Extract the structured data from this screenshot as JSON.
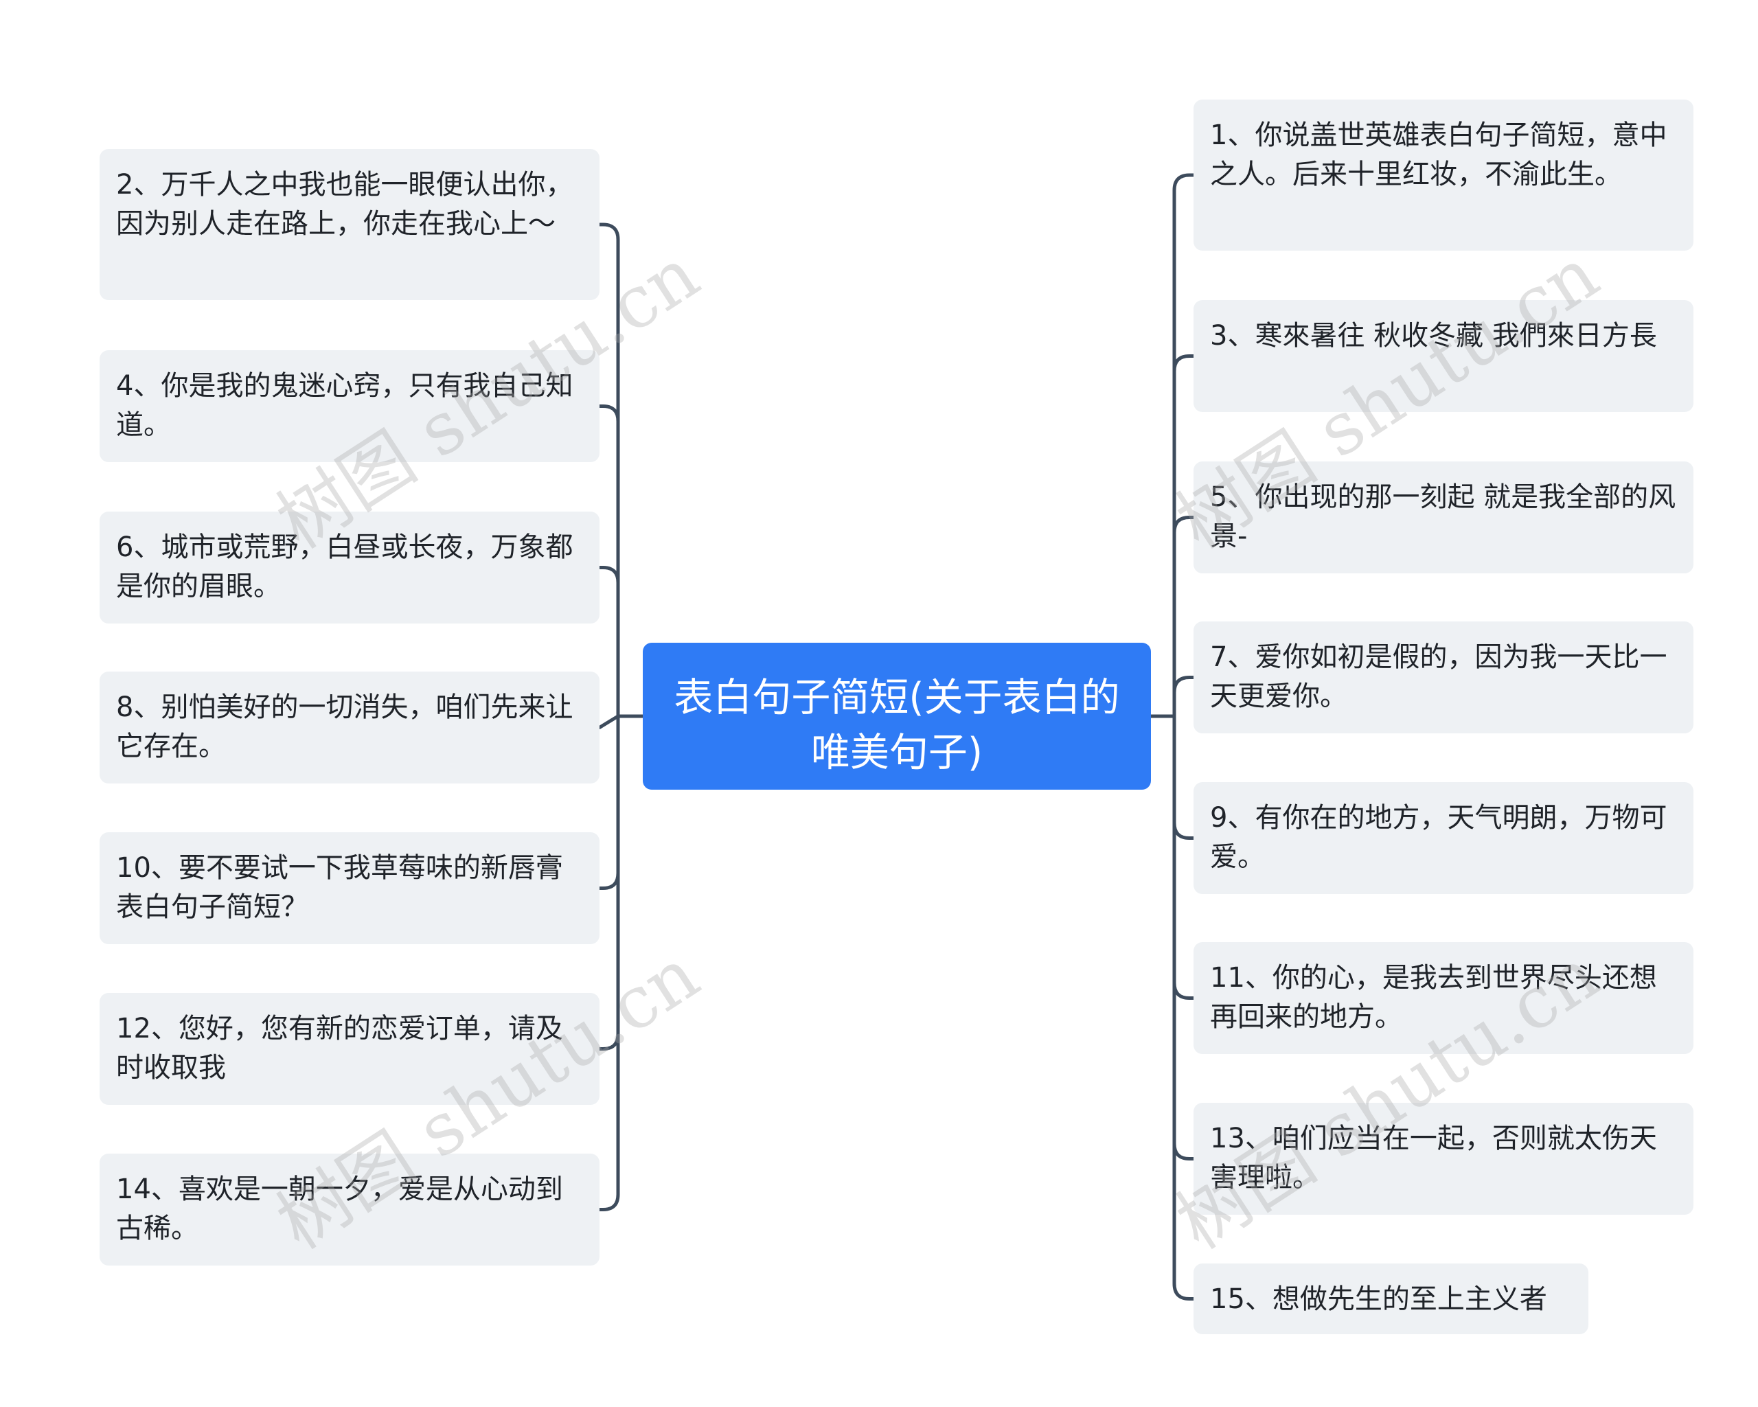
{
  "root": {
    "label": "表白句子简短(关于表白的唯美句子)"
  },
  "left_items": [
    {
      "label": "2、万千人之中我也能一眼便认出你，因为别人走在路上，你走在我心上～"
    },
    {
      "label": "4、你是我的鬼迷心窍，只有我自己知道。"
    },
    {
      "label": "6、城市或荒野，白昼或长夜，万象都是你的眉眼。"
    },
    {
      "label": "8、别怕美好的一切消失，咱们先来让它存在。"
    },
    {
      "label": "10、要不要试一下我草莓味的新唇膏表白句子简短？"
    },
    {
      "label": "12、您好，您有新的恋爱订单，请及时收取我"
    },
    {
      "label": "14、喜欢是一朝一夕，爱是从心动到古稀。"
    }
  ],
  "right_items": [
    {
      "label": "1、你说盖世英雄表白句子简短，意中之人。后来十里红妆，不渝此生。"
    },
    {
      "label": "3、寒來暑往 秋收冬藏 我們來日方長"
    },
    {
      "label": "5、你出现的那一刻起 就是我全部的风景-"
    },
    {
      "label": "7、爱你如初是假的，因为我一天比一天更爱你。"
    },
    {
      "label": "9、有你在的地方，天气明朗，万物可爱。"
    },
    {
      "label": "11、你的心，是我去到世界尽头还想再回来的地方。"
    },
    {
      "label": "13、咱们应当在一起，否则就太伤天害理啦。"
    },
    {
      "label": "15、想做先生的至上主义者"
    }
  ],
  "watermark": {
    "text": "树图 shutu.cn"
  },
  "colors": {
    "root_fill": "#2f7bf5",
    "node_fill": "#eef1f4",
    "connector": "#3d4b5c"
  }
}
